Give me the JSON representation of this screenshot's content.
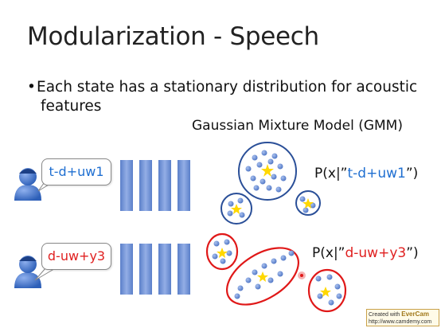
{
  "slide": {
    "title": "Modularization - Speech",
    "bullet_line1": "Each state has a stationary distribution for acoustic",
    "bullet_line2": "features",
    "gmm_label": "Gaussian Mixture Model (GMM)"
  },
  "row1": {
    "bubble": "t-d+uw1",
    "prob_prefix": "P(x|”",
    "prob_state": "t-d+uw1",
    "prob_suffix": "”)",
    "color": "#1f6fd1"
  },
  "row2": {
    "bubble": "d-uw+y3",
    "prob_prefix": "P(x|”",
    "prob_state": "d-uw+y3",
    "prob_suffix": "”)",
    "color": "#e02020"
  },
  "watermark": {
    "line1_prefix": "Created with ",
    "line1_brand": "EverCam",
    "line2": "http://www.camdemy.com"
  }
}
